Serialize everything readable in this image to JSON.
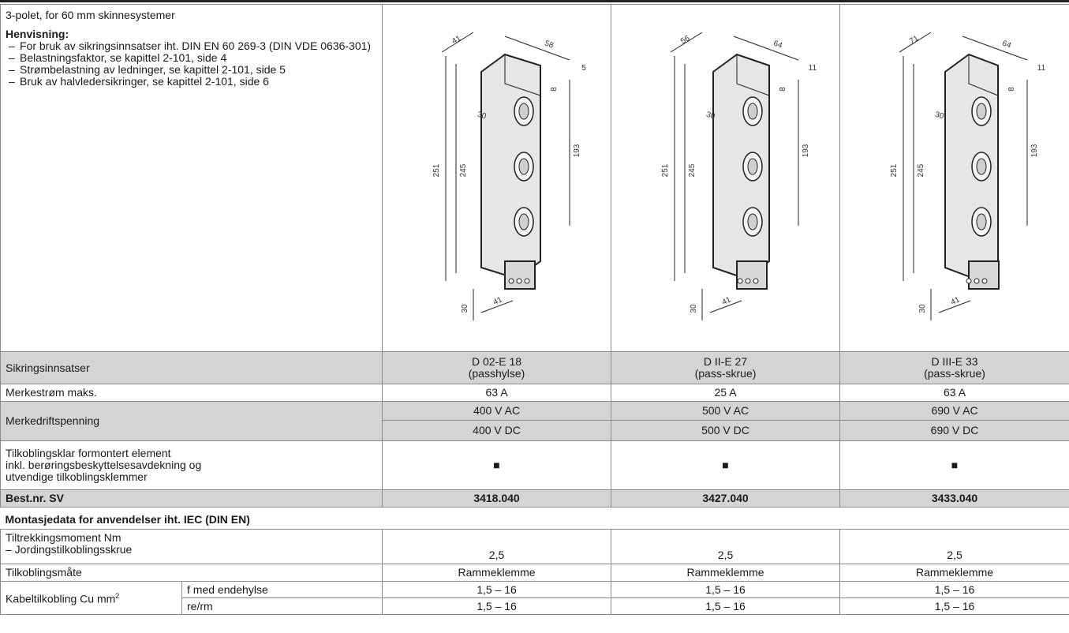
{
  "description": {
    "intro": "3-polet, for 60 mm skinnesystemer",
    "note_heading": "Henvisning:",
    "notes": [
      "For bruk av sikringsinnsatser iht. DIN EN 60 269-3 (DIN VDE 0636-301)",
      "Belastningsfaktor, se kapittel 2-101, side 4",
      "Strømbelastning av ledninger, se kapittel 2-101, side 5",
      "Bruk av halvledersikringer, se kapittel 2-101, side 6"
    ]
  },
  "drawings": [
    {
      "dims": {
        "depth": "41",
        "width": "58",
        "side": "5",
        "top": "8",
        "angle": "30",
        "total": "251",
        "inner": "245",
        "pitch": "193",
        "bottom_h": "30",
        "bottom_w": "41"
      }
    },
    {
      "dims": {
        "depth": "56",
        "width": "64",
        "side": "11",
        "top": "8",
        "angle": "30",
        "total": "251",
        "inner": "245",
        "pitch": "193",
        "bottom_h": "30",
        "bottom_w": "41"
      }
    },
    {
      "dims": {
        "depth": "71",
        "width": "64",
        "side": "11",
        "top": "8",
        "angle": "30",
        "total": "251",
        "inner": "245",
        "pitch": "193",
        "bottom_h": "30",
        "bottom_w": "41"
      }
    }
  ],
  "rows": {
    "fuse_inserts": {
      "label": "Sikringsinnsatser",
      "values": [
        [
          "D 02-E 18",
          "(passhylse)"
        ],
        [
          "D II-E 27",
          "(pass-skrue)"
        ],
        [
          "D III-E 33",
          "(pass-skrue)"
        ]
      ]
    },
    "rated_current": {
      "label": "Merkestrøm maks.",
      "values": [
        "63 A",
        "25 A",
        "63 A"
      ]
    },
    "rated_voltage": {
      "label": "Merkedriftspenning",
      "ac": [
        "400 V AC",
        "500 V AC",
        "690 V AC"
      ],
      "dc": [
        "400 V DC",
        "500 V DC",
        "690 V DC"
      ]
    },
    "premounted": {
      "label_lines": [
        "Tilkoblingsklar formontert element",
        "inkl. berøringsbeskyttelsesavdekning og",
        "utvendige tilkoblingsklemmer"
      ],
      "values": [
        "■",
        "■",
        "■"
      ]
    },
    "order_no": {
      "label": "Best.nr. SV",
      "values": [
        "3418.040",
        "3427.040",
        "3433.040"
      ]
    }
  },
  "section": {
    "title": "Montasjedata for anvendelser iht. IEC (DIN EN)",
    "torque": {
      "label_lines": [
        "Tiltrekkingsmoment Nm",
        "– Jordingstilkoblingsskrue"
      ],
      "values": [
        "2,5",
        "2,5",
        "2,5"
      ]
    },
    "connection_type": {
      "label": "Tilkoblingsmåte",
      "values": [
        "Rammeklemme",
        "Rammeklemme",
        "Rammeklemme"
      ]
    },
    "cable": {
      "label": "Kabeltilkobling Cu mm",
      "label_sup": "2",
      "sub1": {
        "label": "f med endehylse",
        "values": [
          "1,5 – 16",
          "1,5 – 16",
          "1,5 – 16"
        ]
      },
      "sub2": {
        "label": "re/rm",
        "values": [
          "1,5 – 16",
          "1,5 – 16",
          "1,5 – 16"
        ]
      }
    }
  }
}
